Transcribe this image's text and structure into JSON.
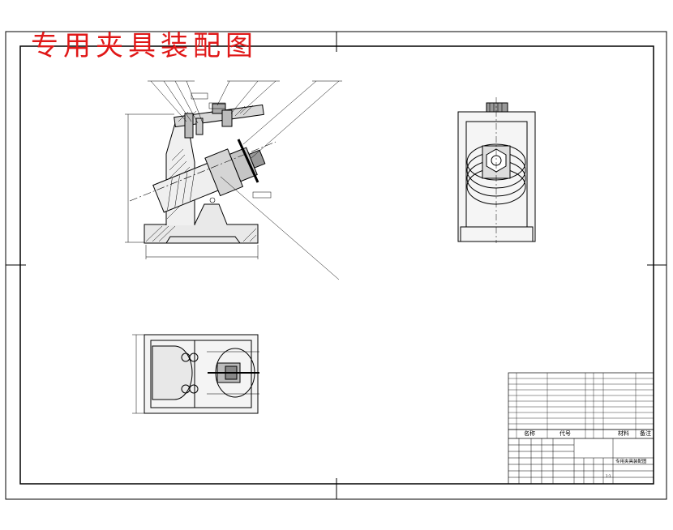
{
  "drawing": {
    "heading": "专用夹具装配图"
  },
  "title_block": {
    "header_name": "名称",
    "header_code": "代号",
    "header_material": "材料",
    "header_remark": "备注",
    "drawing_name": "专用夹具装配图",
    "scale_value": "1:1"
  }
}
